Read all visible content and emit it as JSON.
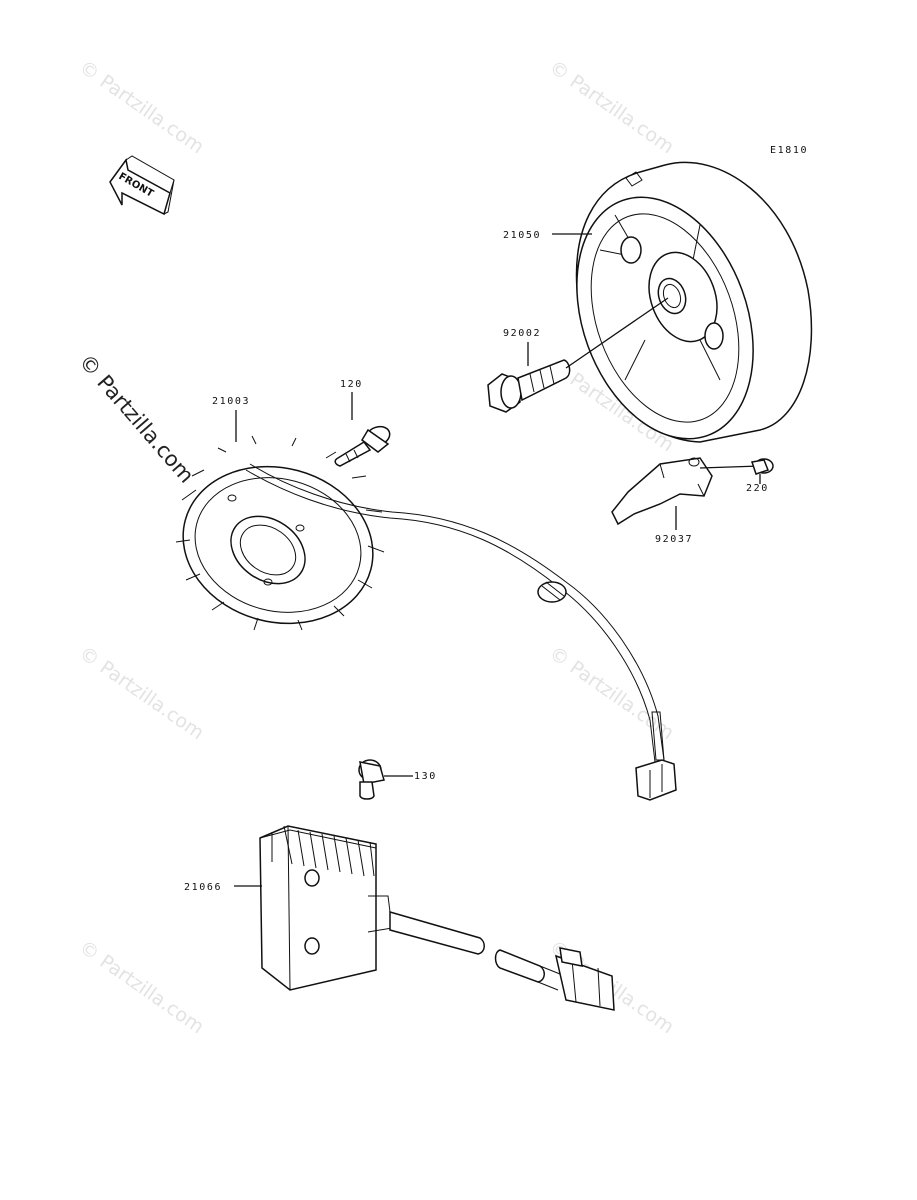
{
  "diagram_code": "E1810",
  "front_label": "FRONT",
  "watermark": "© Partzilla.com",
  "parts": {
    "flywheel": "21050",
    "flywheel_bolt": "92002",
    "stator": "21003",
    "stator_bolt": "120",
    "bracket_screw": "220",
    "bracket": "92037",
    "regulator_bolt": "130",
    "regulator": "21066"
  }
}
